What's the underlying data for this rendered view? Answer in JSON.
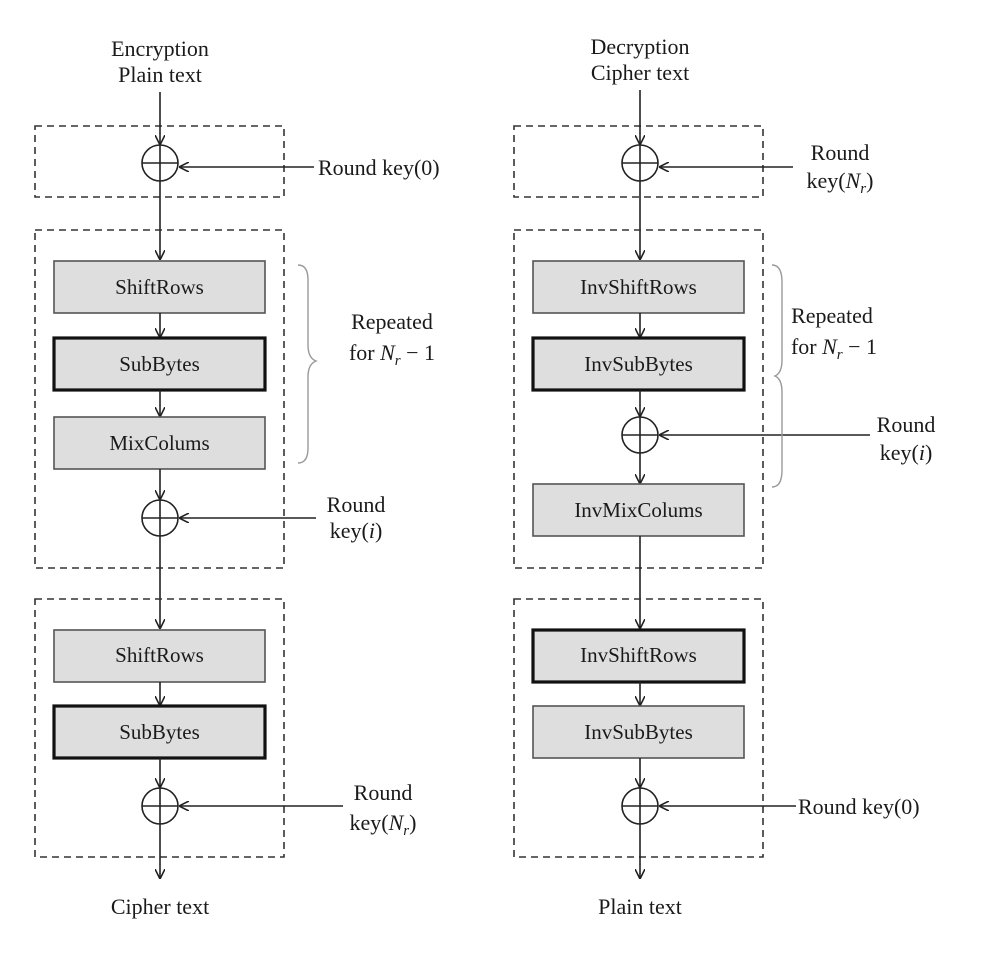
{
  "encryption": {
    "title_line1": "Encryption",
    "title_line2": "Plain text",
    "initial_key": "Round key(0)",
    "round_steps": [
      "ShiftRows",
      "SubBytes",
      "MixColums"
    ],
    "repeated_line1": "Repeated",
    "repeated_line2_prefix": "for ",
    "repeated_line2_suffix": " − 1",
    "round_key_line1": "Round",
    "round_key_line2_prefix": "key(",
    "round_key_var": "i",
    "round_key_line2_suffix": ")",
    "final_steps": [
      "ShiftRows",
      "SubBytes"
    ],
    "final_key_line1": "Round",
    "final_key_line2_prefix": "key(",
    "final_key_line2_suffix": ")",
    "output": "Cipher text"
  },
  "decryption": {
    "title_line1": "Decryption",
    "title_line2": "Cipher text",
    "initial_key_line1": "Round",
    "initial_key_line2_prefix": "key(",
    "initial_key_line2_suffix": ")",
    "round_steps": [
      "InvShiftRows",
      "InvSubBytes"
    ],
    "repeated_line1": "Repeated",
    "repeated_line2_prefix": "for ",
    "repeated_line2_suffix": " − 1",
    "round_key_line1": "Round",
    "round_key_line2_prefix": "key(",
    "round_key_var": "i",
    "round_key_line2_suffix": ")",
    "round_step_after_key": "InvMixColums",
    "final_steps": [
      "InvShiftRows",
      "InvSubBytes"
    ],
    "final_key": "Round key(0)",
    "output": "Plain text"
  },
  "symbols": {
    "N": "N",
    "r": "r"
  }
}
